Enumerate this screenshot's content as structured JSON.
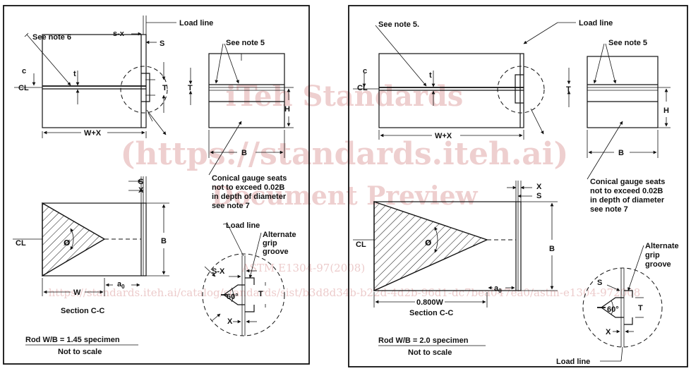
{
  "left": {
    "load_line": "Load line",
    "s_minus_x_top": "s-x",
    "s_top": "S",
    "see_note_6": "See note 6",
    "see_note_5": "See note 5",
    "c": "c",
    "t_small": "t",
    "cl": "CL",
    "T": "T",
    "T_side": "T",
    "H": "H",
    "W_plus_X": "W+X",
    "B_side": "B",
    "conical": "Conical gauge seats",
    "conical2": "not to exceed 0.02B",
    "conical3": "in depth of diameter",
    "conical4": "see note 7",
    "S_sec": "S",
    "X_sec": "X",
    "phi": "Ø",
    "B_sec": "B",
    "W": "W",
    "a0": "a",
    "a0_sub": "0",
    "section": "Section C-C",
    "detail_load_line": "Load line",
    "alt_grip": "Alternate",
    "alt_grip2": "grip",
    "alt_grip3": "groove",
    "s_minus_x_detail": "S-X",
    "angle": "60°",
    "T_detail": "T",
    "X_detail": "X",
    "spec": "Rod W/B = 1.45 specimen",
    "scale": "Not to scale"
  },
  "right": {
    "load_line": "Load line",
    "see_note_5a": "See note 5.",
    "see_note_5b": "See note 5",
    "c": "c",
    "t_small": "t",
    "cl": "CL",
    "T_side": "T",
    "H": "H",
    "W_plus_X": "W+X",
    "B_side": "B",
    "conical": "Conical gauge seats",
    "conical2": "not to exceed 0.02B",
    "conical3": "in depth of diameter",
    "conical4": "see note 7",
    "X_sec": "X",
    "S_sec": "S",
    "phi": "Ø",
    "B_sec": "B",
    "width": "0.800W",
    "a0": "a",
    "a0_sub": "0",
    "section": "Section C-C",
    "alt_grip": "Alternate",
    "alt_grip2": "grip",
    "alt_grip3": "groove",
    "S_detail": "S",
    "angle": "60°",
    "T_detail": "T",
    "X_detail": "X",
    "detail_load_line": "Load line",
    "spec": "Rod W/B = 2.0 specimen",
    "scale": "Not to scale"
  },
  "watermark": {
    "line1": "iTeh Standards",
    "line2": "(https://standards.iteh.ai)",
    "line3": "Document Preview",
    "line4": "ASTM E1304-97(2008)",
    "line5": "https://standards.iteh.ai/catalog/standards/sist/b3d8d34b-b22d-4d2b-96d1-dc7bea047ea0/astm-e1304-972008"
  }
}
